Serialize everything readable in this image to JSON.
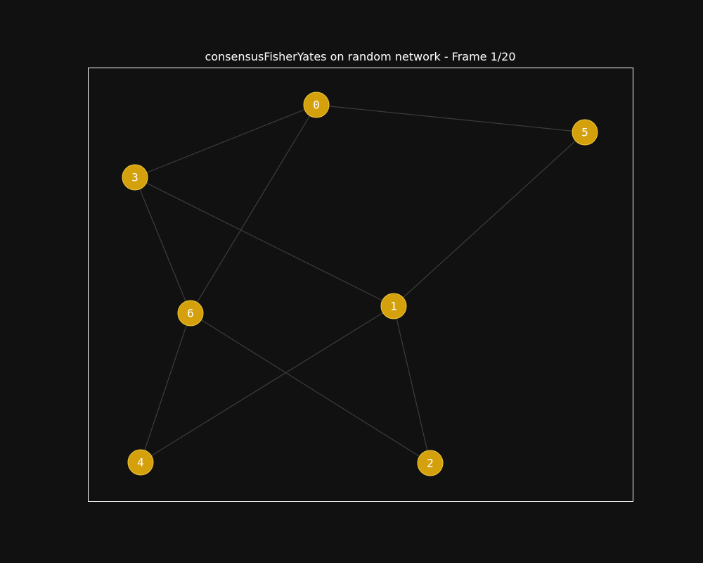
{
  "title": "consensusFisherYates on random network - Frame 1/20",
  "colors": {
    "background": "#111111",
    "frame": "#ffffff",
    "edge": "#3d3d3d",
    "node_fill": "#d4a00c",
    "node_stroke": "#f0c840",
    "label": "#ffffff"
  },
  "graph": {
    "nodes": [
      {
        "id": "0",
        "label": "0"
      },
      {
        "id": "1",
        "label": "1"
      },
      {
        "id": "2",
        "label": "2"
      },
      {
        "id": "3",
        "label": "3"
      },
      {
        "id": "4",
        "label": "4"
      },
      {
        "id": "5",
        "label": "5"
      },
      {
        "id": "6",
        "label": "6"
      }
    ],
    "edges": [
      {
        "source": "0",
        "target": "5"
      },
      {
        "source": "0",
        "target": "3"
      },
      {
        "source": "0",
        "target": "6"
      },
      {
        "source": "3",
        "target": "6"
      },
      {
        "source": "3",
        "target": "1"
      },
      {
        "source": "5",
        "target": "1"
      },
      {
        "source": "6",
        "target": "4"
      },
      {
        "source": "6",
        "target": "2"
      },
      {
        "source": "1",
        "target": "4"
      },
      {
        "source": "1",
        "target": "2"
      }
    ]
  }
}
